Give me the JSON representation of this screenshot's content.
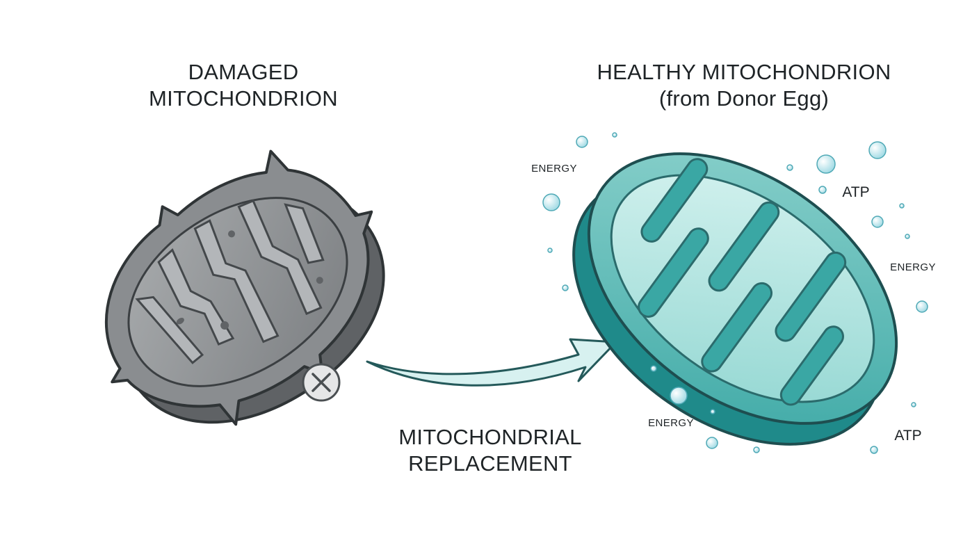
{
  "left_panel": {
    "title_line1": "DAMAGED",
    "title_line2": "MITOCHONDRION",
    "status_icon": "x-circle-icon"
  },
  "right_panel": {
    "title_line1": "HEALTHY MITOCHONDRION",
    "title_line2": "(from Donor Egg)",
    "labels": {
      "energy_1": "ENERGY",
      "energy_2": "ENERGY",
      "energy_3": "ENERGY",
      "atp_1": "ATP",
      "atp_2": "ATP"
    }
  },
  "process": {
    "line1": "MITOCHONDRIAL",
    "line2": "REPLACEMENT"
  },
  "colors": {
    "damaged_outer": "#6d6f72",
    "damaged_inner": "#a3a6a9",
    "healthy_outer": "#2e9c9c",
    "healthy_inner": "#bfe9e6",
    "arrow": "#d7f1f0",
    "outline": "#2f3436"
  }
}
